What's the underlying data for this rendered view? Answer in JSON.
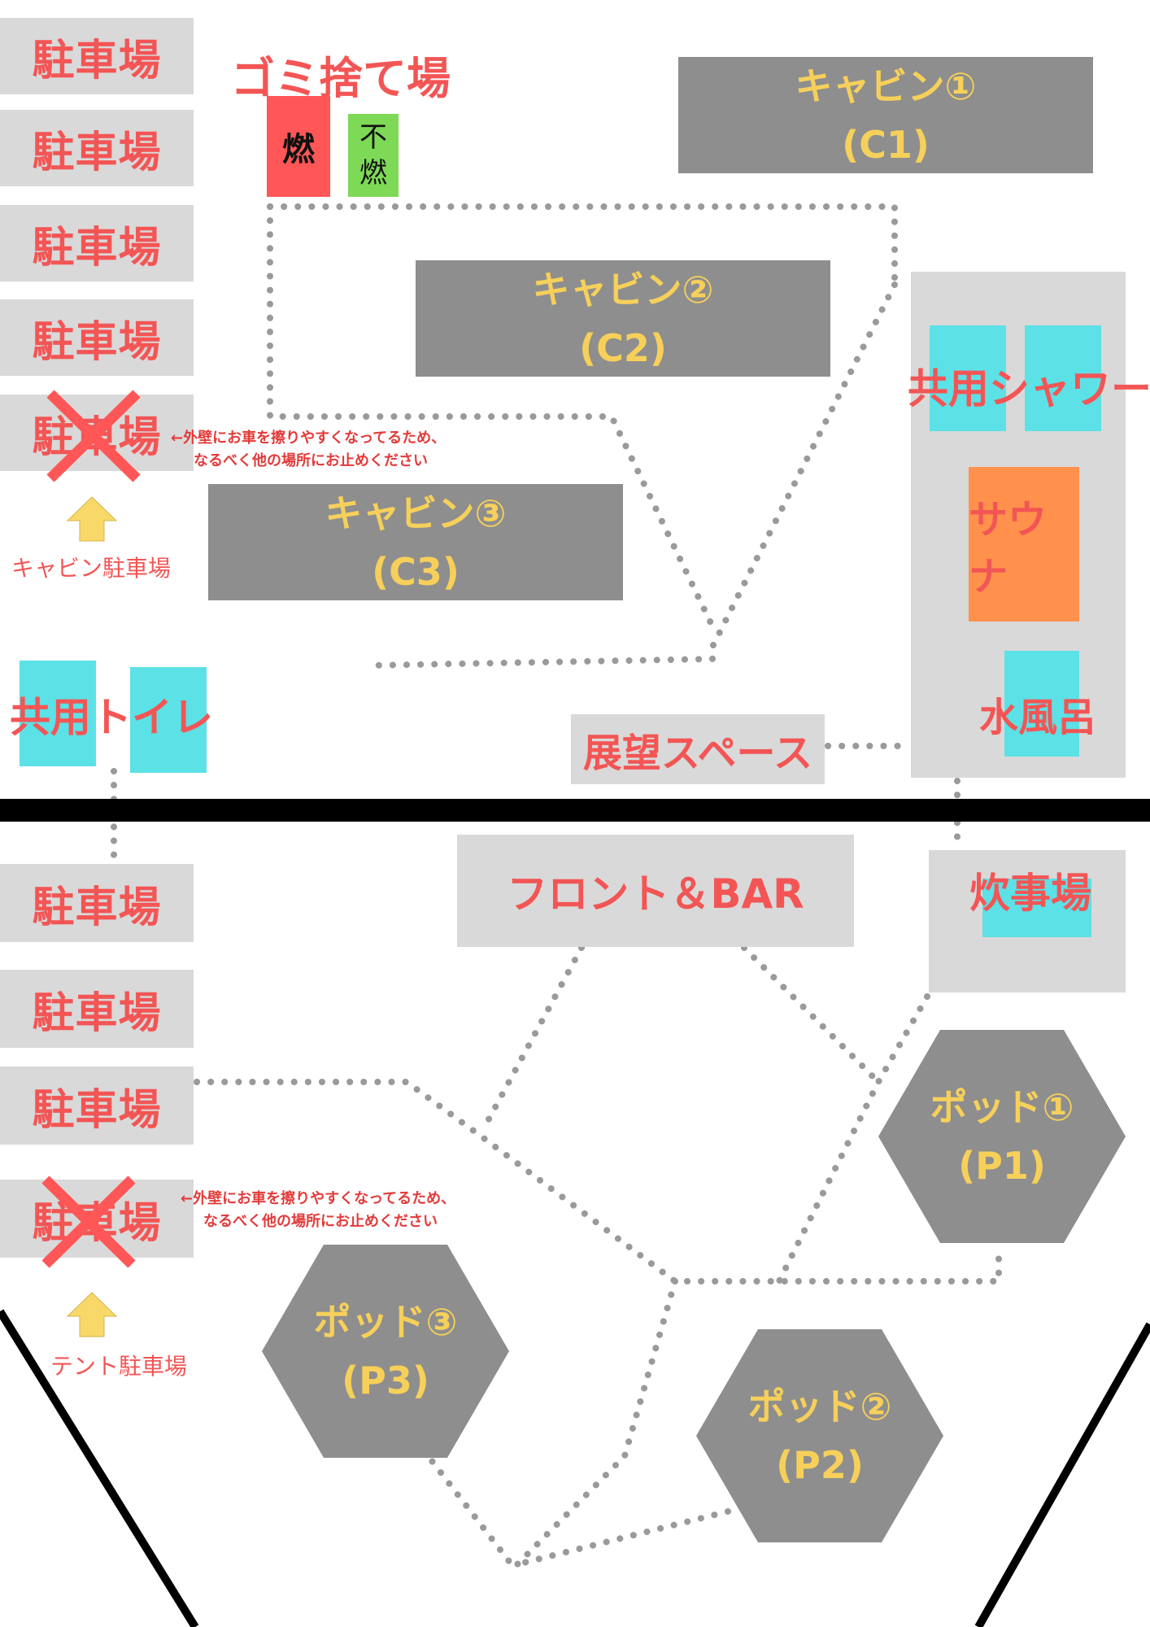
{
  "parking": {
    "label": "駐車場",
    "warning_line1": "←外壁にお車を擦りやすくなってるため、",
    "warning_line2": "なるべく他の場所にお止めください",
    "cabin_parking": "キャビン駐車場",
    "tent_parking": "テント駐車場"
  },
  "trash": {
    "title": "ゴミ捨て場",
    "burnable": "燃",
    "nonburnable_1": "不",
    "nonburnable_2": "燃"
  },
  "cabins": [
    {
      "name": "キャビン①",
      "code": "(C1)"
    },
    {
      "name": "キャビン②",
      "code": "(C2)"
    },
    {
      "name": "キャビン③",
      "code": "(C3)"
    }
  ],
  "facilities": {
    "shower": "共用シャワー",
    "sauna": "サウナ",
    "cold_bath": "水風呂",
    "toilet": "共用トイレ",
    "viewpoint": "展望スペース",
    "front": "フロント＆BAR",
    "kitchen": "炊事場"
  },
  "pods": [
    {
      "name": "ポッド①",
      "code": "(P1)"
    },
    {
      "name": "ポッド②",
      "code": "(P2)"
    },
    {
      "name": "ポッド③",
      "code": "(P3)"
    }
  ],
  "colors": {
    "accent_red": "#f35555",
    "label_yellow": "#f6d05a",
    "building_gray": "#8e8e8e",
    "area_gray": "#d9d9d9",
    "cyan": "#5ce1e6",
    "sauna_orange": "#ff914d"
  },
  "icons": [
    "arrow-up-icon",
    "cross-mark-icon"
  ]
}
